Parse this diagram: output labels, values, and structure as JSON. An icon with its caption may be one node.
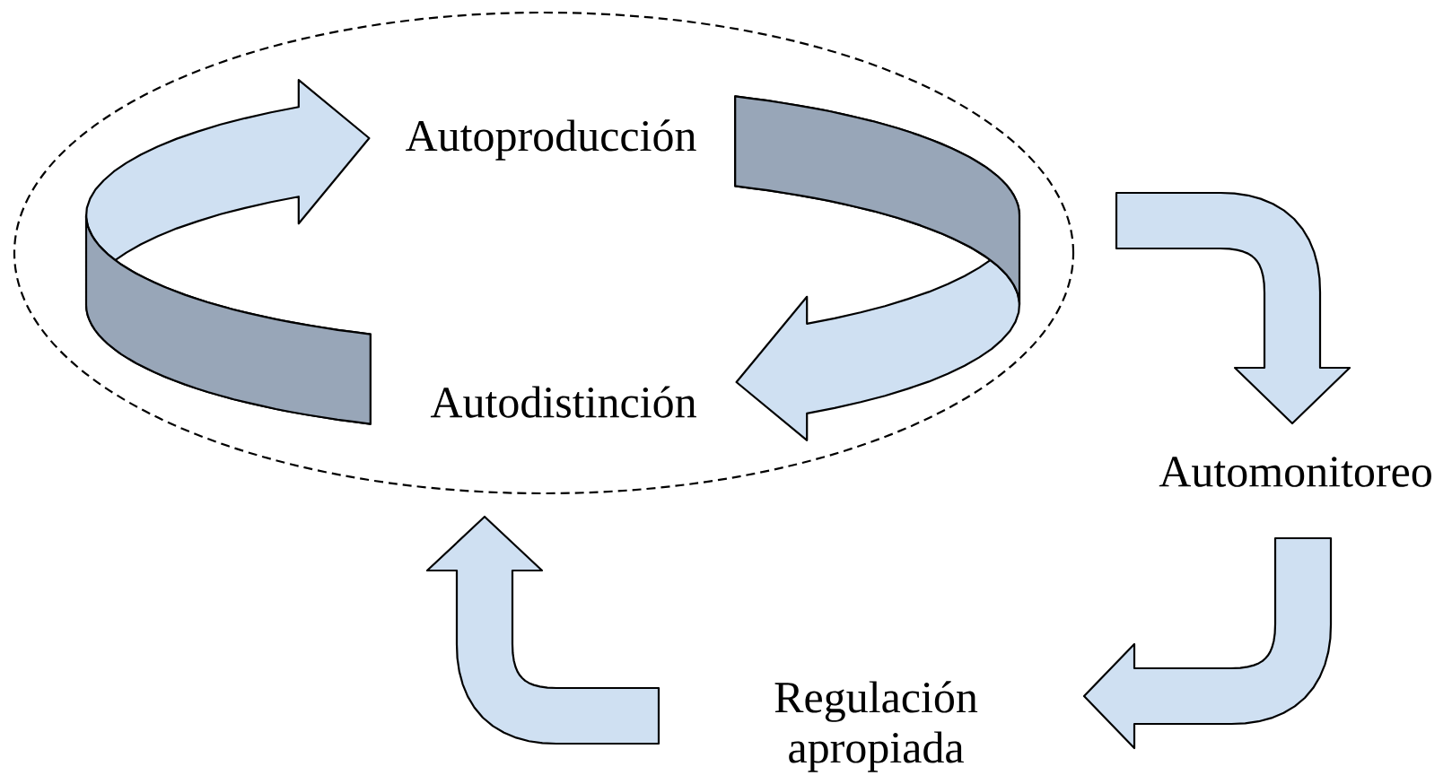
{
  "diagram": {
    "nodes": [
      {
        "text": [],
        "shape": "ellipse"
      },
      {
        "text": [
          "Autoproducción"
        ],
        "in": 0
      },
      {
        "text": [
          "Autodistinción"
        ],
        "in": 0
      },
      {
        "text": [
          "Automonitoreo"
        ]
      },
      {
        "text": [
          "Regulación apropiada"
        ]
      }
    ],
    "edges": [
      {
        "from": 2,
        "to": 1,
        "arrow": "to"
      },
      {
        "from": 1,
        "to": 2,
        "arrow": "to"
      },
      {
        "from": 0,
        "to": 3,
        "arrow": "to"
      },
      {
        "from": 3,
        "to": 4,
        "arrow": "to"
      },
      {
        "from": 4,
        "to": 0,
        "arrow": "to"
      }
    ]
  }
}
